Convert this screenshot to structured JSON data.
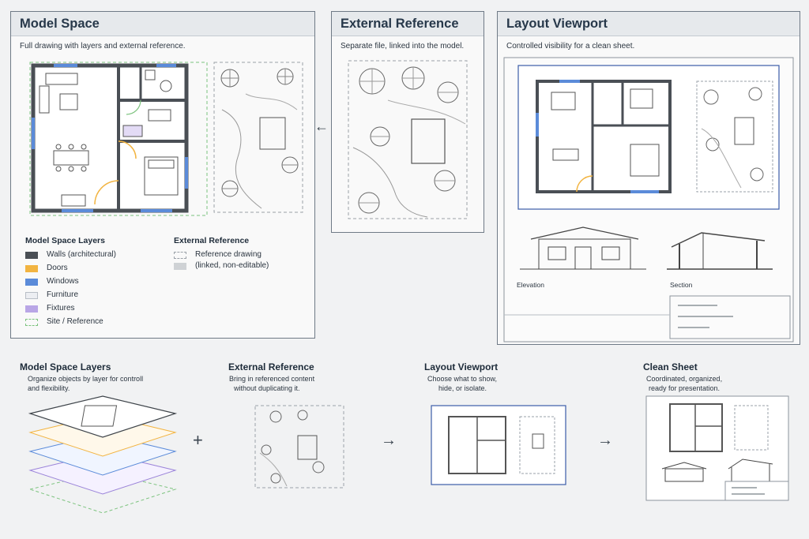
{
  "model_space": {
    "title": "Model Space",
    "subtitle": "Full drawing with layers and external reference.",
    "layers_title": "Model Space Layers",
    "layers": [
      {
        "label": "Walls (architectural)",
        "color": "#4a4f55",
        "style": "solid"
      },
      {
        "label": "Doors",
        "color": "#f2b441",
        "style": "solid"
      },
      {
        "label": "Windows",
        "color": "#5b8bd9",
        "style": "solid"
      },
      {
        "label": "Furniture",
        "color": "#eceef2",
        "style": "outline"
      },
      {
        "label": "Fixtures",
        "color": "#b9a6e6",
        "style": "solid"
      },
      {
        "label": "Site / Reference",
        "color": "#7cc37e",
        "style": "dashed"
      }
    ],
    "xref_title": "External Reference",
    "xref_items": [
      {
        "label": "Reference drawing",
        "color": "#9aa1a8",
        "style": "dashed"
      },
      {
        "label": "(linked, non-editable)",
        "color": "#cfd2d5",
        "style": "solid"
      }
    ]
  },
  "external_reference": {
    "title": "External Reference",
    "subtitle": "Separate file, linked into the model."
  },
  "layout_viewport": {
    "title": "Layout Viewport",
    "subtitle": "Controlled visibility for a clean sheet.",
    "elevation_label": "Elevation",
    "section_label": "Section"
  },
  "steps": [
    {
      "title": "Model Space Layers",
      "desc1": "Organize objects by layer for controll",
      "desc2": "and flexibility."
    },
    {
      "title": "External Reference",
      "desc1": "Bring in referenced content",
      "desc2": "without duplicating it."
    },
    {
      "title": "Layout Viewport",
      "desc1": "Choose what to show,",
      "desc2": "hide, or isolate."
    },
    {
      "title": "Clean Sheet",
      "desc1": "Coordinated, organized,",
      "desc2": "ready for presentation."
    }
  ],
  "connectors": {
    "plus": "+",
    "arrow": "→",
    "back_arrow": "←"
  },
  "colors": {
    "wall": "#4a4f55",
    "door": "#f2b441",
    "window": "#5b8bd9",
    "fixture": "#b9a6e6",
    "site": "#7cc37e",
    "viewport_frame": "#3b5ca8",
    "panel_border": "#6f7a86"
  },
  "icons": [
    "left-arrow-icon",
    "plus-icon",
    "right-arrow-icon"
  ]
}
